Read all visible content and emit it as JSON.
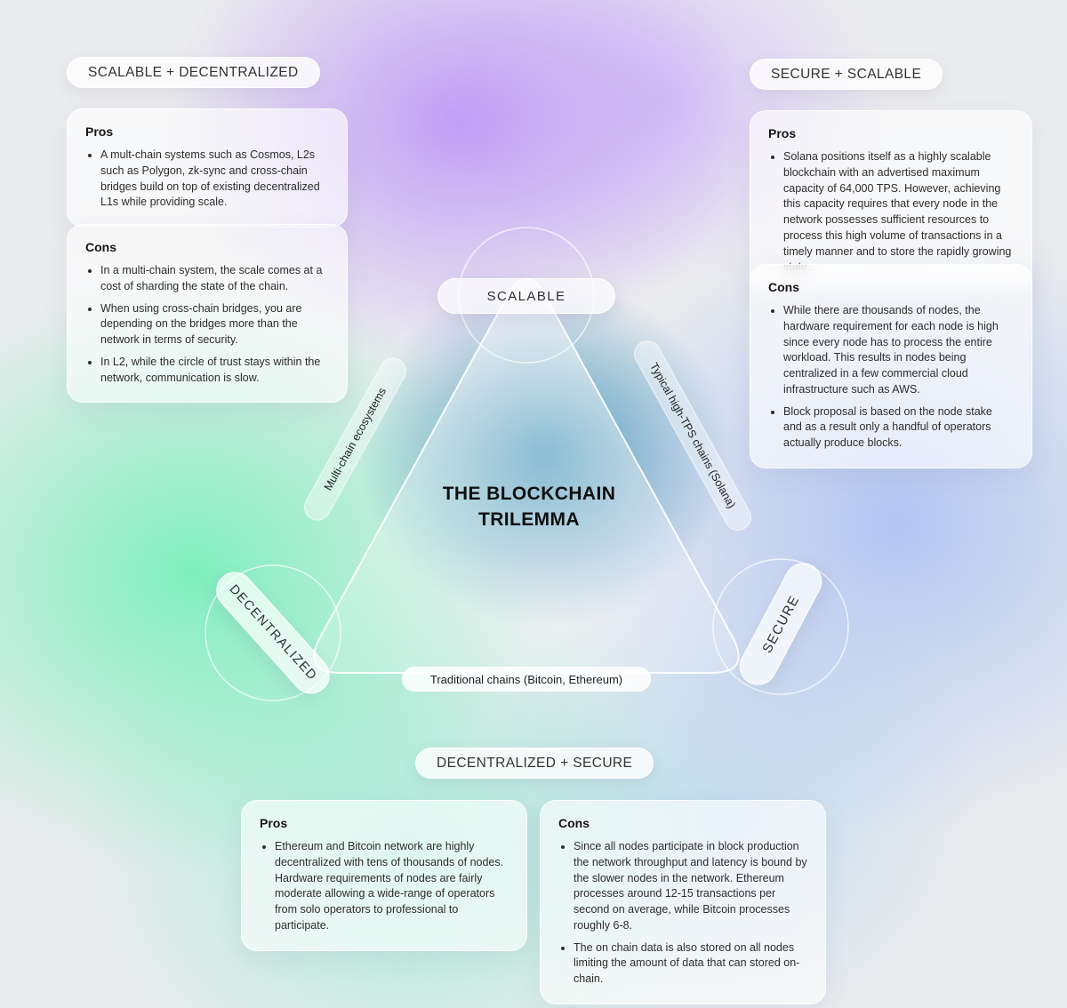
{
  "diagram": {
    "title": "THE BLOCKCHAIN TRILEMMA",
    "vertices": {
      "top": "SCALABLE",
      "bottom_left": "DECENTRALIZED",
      "bottom_right": "SECURE"
    },
    "edges": {
      "left": "Multi-chain ecosystems",
      "right": "Typical high-TPS chains (Solana)",
      "bottom": "Traditional chains (Bitcoin, Ethereum)"
    }
  },
  "sections": {
    "scalable_decentralized": {
      "heading": "SCALABLE + DECENTRALIZED",
      "pros": {
        "title": "Pros",
        "items": [
          "A mult-chain systems such as Cosmos, L2s such as Polygon, zk-sync and cross-chain bridges build on top of existing decentralized L1s while providing scale."
        ]
      },
      "cons": {
        "title": "Cons",
        "items": [
          "In a multi-chain system, the scale comes at a cost of sharding the state of the chain.",
          "When using cross-chain bridges, you are depending on the bridges more than the network in terms of security.",
          "In L2, while the circle of trust stays within the network, communication is slow."
        ]
      }
    },
    "secure_scalable": {
      "heading": "SECURE + SCALABLE",
      "pros": {
        "title": "Pros",
        "items": [
          "Solana positions itself as a highly scalable blockchain with an advertised maximum capacity of 64,000 TPS. However, achieving this capacity requires that every node in the network possesses sufficient resources to process this high volume of transactions in a timely manner and to store the rapidly growing state."
        ]
      },
      "cons": {
        "title": "Cons",
        "items": [
          "While there are thousands of nodes, the hardware requirement for each node is high since every node has to process the entire workload. This results in nodes being centralized in a few commercial cloud infrastructure such as AWS.",
          "Block proposal is based on the node stake and as a result only a handful of operators actually produce blocks."
        ]
      }
    },
    "decentralized_secure": {
      "heading": "DECENTRALIZED + SECURE",
      "pros": {
        "title": "Pros",
        "items": [
          "Ethereum and Bitcoin network are highly decentralized with tens of thousands of nodes. Hardware requirements of nodes are fairly moderate allowing a wide-range of operators from solo operators to professional to participate."
        ]
      },
      "cons": {
        "title": "Cons",
        "items": [
          "Since all nodes participate in block production the network throughput and latency is bound by the slower nodes in the network. Ethereum processes around 12-15 transactions per second on average, while Bitcoin processes roughly 6-8.",
          "The on chain data is also stored on all nodes limiting the amount of data that can stored on-chain."
        ]
      }
    }
  },
  "colors": {
    "purple_glow": "#bb96f6",
    "green_glow": "#5af0af",
    "teal_core": "#2082af",
    "blue_glow": "#94b2f4",
    "card_bg": "rgba(255,255,255,0.62)"
  }
}
